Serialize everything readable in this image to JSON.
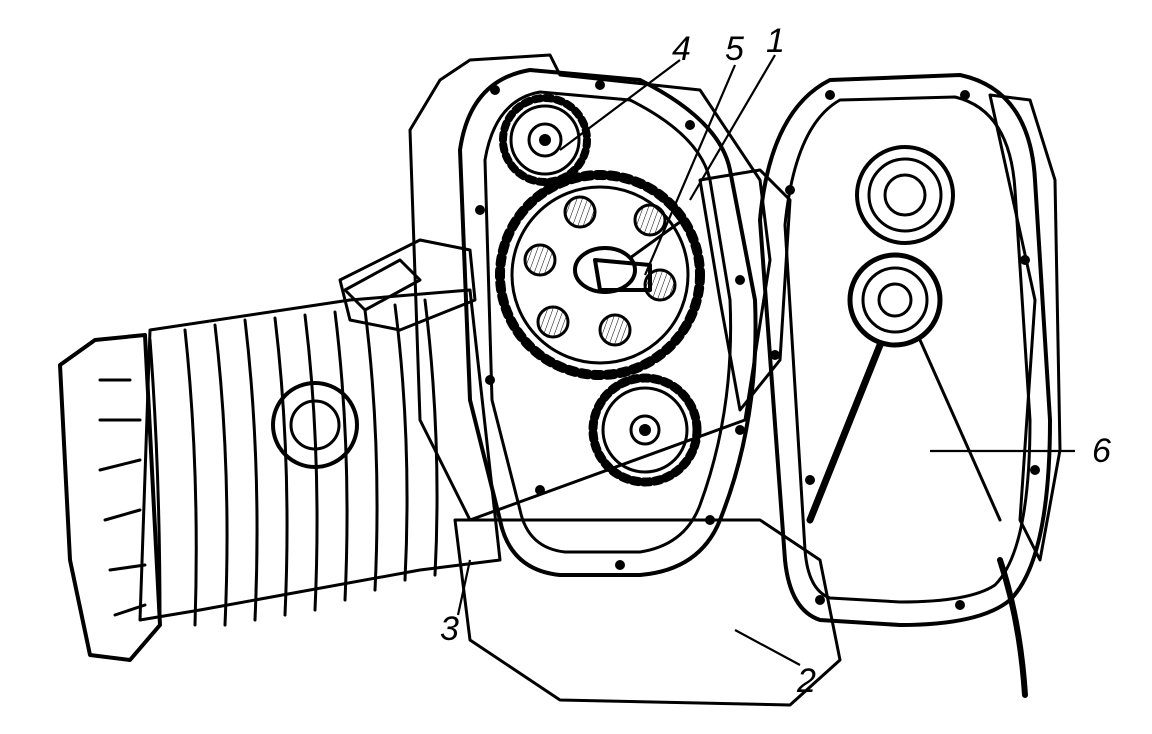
{
  "figure": {
    "callouts": [
      {
        "id": "1",
        "label": "1"
      },
      {
        "id": "2",
        "label": "2"
      },
      {
        "id": "3",
        "label": "3"
      },
      {
        "id": "4",
        "label": "4"
      },
      {
        "id": "5",
        "label": "5"
      },
      {
        "id": "6",
        "label": "6"
      }
    ],
    "colors": {
      "ink": "#000000",
      "paper": "#ffffff"
    }
  }
}
